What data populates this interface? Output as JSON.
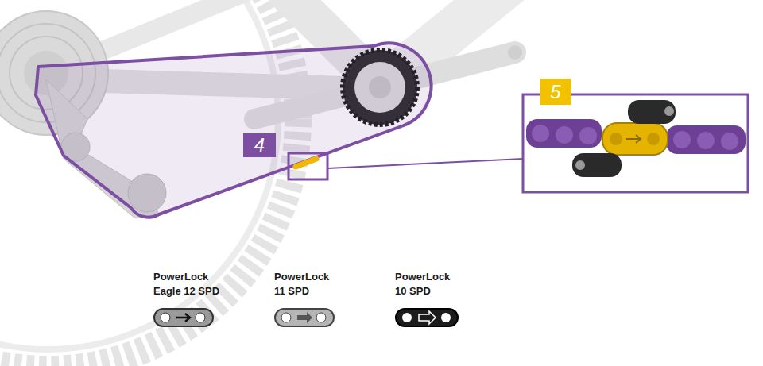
{
  "diagram": {
    "nodes": [
      {
        "text": [
          "4"
        ]
      },
      {
        "text": [
          "5"
        ]
      }
    ],
    "labels": [
      "PowerLock Eagle 12 SPD",
      "PowerLock 11 SPD",
      "PowerLock 10 SPD"
    ]
  }
}
